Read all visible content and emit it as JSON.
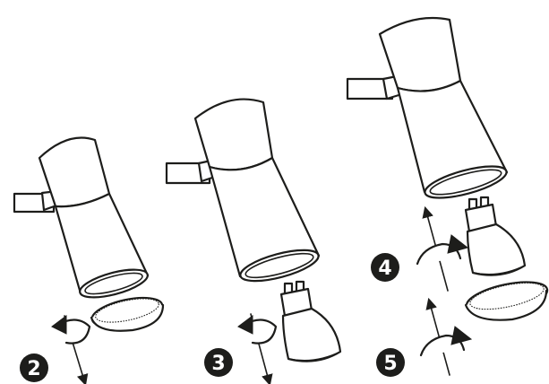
{
  "steps": [
    {
      "number": "2"
    },
    {
      "number": "3"
    },
    {
      "number": "4"
    },
    {
      "number": "5"
    }
  ],
  "colors": {
    "ink": "#1d1d1b",
    "background": "#ffffff"
  }
}
